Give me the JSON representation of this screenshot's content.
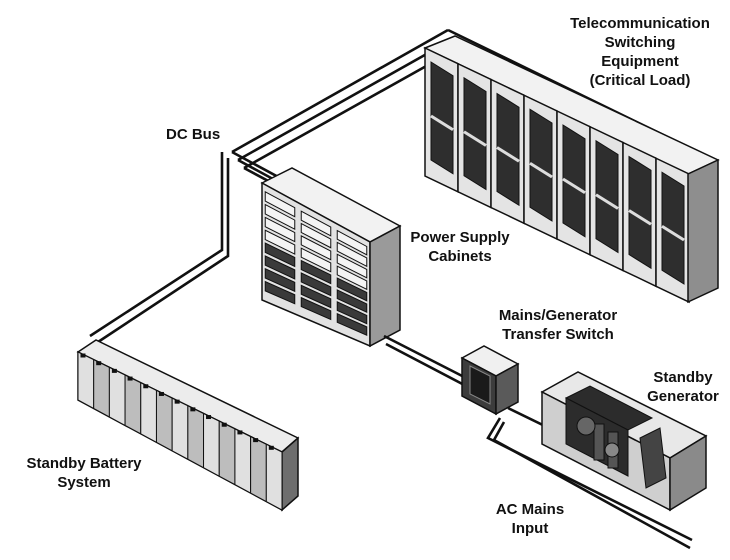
{
  "labels": {
    "telecom": [
      "Telecommunication",
      "Switching",
      "Equipment",
      "(Critical Load)"
    ],
    "dc_bus": [
      "DC Bus"
    ],
    "power_supply": [
      "Power Supply",
      "Cabinets"
    ],
    "transfer_switch": [
      "Mains/Generator",
      "Transfer Switch"
    ],
    "generator": [
      "Standby",
      "Generator"
    ],
    "battery": [
      "Standby Battery",
      "System"
    ],
    "ac_mains": [
      "AC Mains",
      "Input"
    ]
  },
  "colors": {
    "ink": "#111111",
    "cabinet_face": "#e6e6e6",
    "cabinet_side": "#9a9a9a",
    "cabinet_top": "#f4f4f4",
    "dark": "#3a3a3a"
  }
}
